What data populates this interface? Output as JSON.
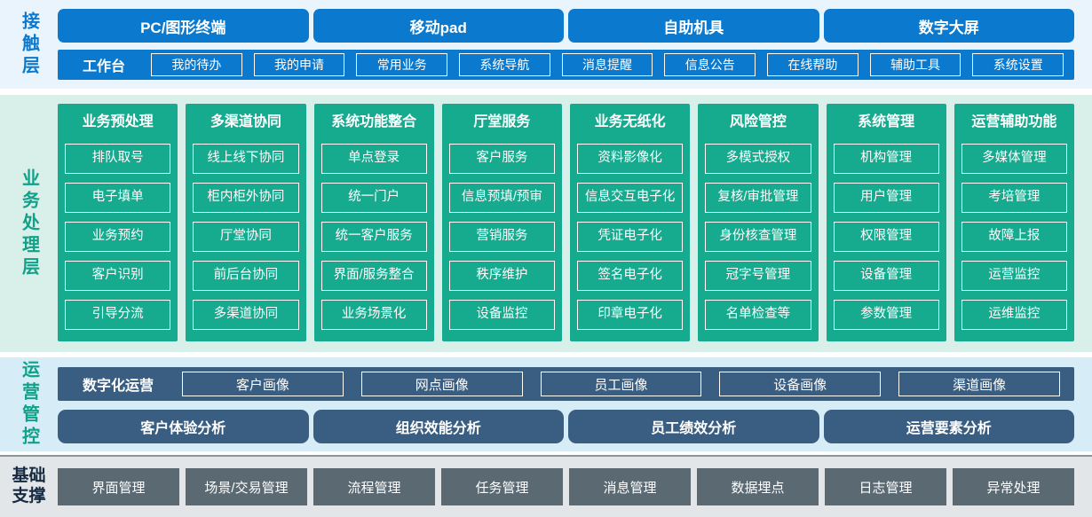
{
  "colors": {
    "primary_blue": "#0b7ace",
    "teal_green": "#16aa8e",
    "dark_slate_blue": "#3a5e81",
    "slate_gray": "#5b6973",
    "contact_bg": "#eaf4fc",
    "business_bg": "#d9efe9",
    "operations_bg": "#d6ecf7",
    "foundation_bg": "#e3e6e9"
  },
  "layers": {
    "contact": {
      "label": "接触层",
      "terminals": [
        "PC/图形终端",
        "移动pad",
        "自助机具",
        "数字大屏"
      ],
      "workbench": {
        "label": "工作台",
        "items": [
          "我的待办",
          "我的申请",
          "常用业务",
          "系统导航",
          "消息提醒",
          "信息公告",
          "在线帮助",
          "辅助工具",
          "系统设置"
        ]
      }
    },
    "business": {
      "label": "业务处理层",
      "columns": [
        {
          "title": "业务预处理",
          "items": [
            "排队取号",
            "电子填单",
            "业务预约",
            "客户识别",
            "引导分流"
          ]
        },
        {
          "title": "多渠道协同",
          "items": [
            "线上线下协同",
            "柜内柜外协同",
            "厅堂协同",
            "前后台协同",
            "多渠道协同"
          ]
        },
        {
          "title": "系统功能整合",
          "items": [
            "单点登录",
            "统一门户",
            "统一客户服务",
            "界面/服务整合",
            "业务场景化"
          ]
        },
        {
          "title": "厅堂服务",
          "items": [
            "客户服务",
            "信息预填/预审",
            "营销服务",
            "秩序维护",
            "设备监控"
          ]
        },
        {
          "title": "业务无纸化",
          "items": [
            "资料影像化",
            "信息交互电子化",
            "凭证电子化",
            "签名电子化",
            "印章电子化"
          ]
        },
        {
          "title": "风险管控",
          "items": [
            "多模式授权",
            "复核/审批管理",
            "身份核查管理",
            "冠字号管理",
            "名单检查等"
          ]
        },
        {
          "title": "系统管理",
          "items": [
            "机构管理",
            "用户管理",
            "权限管理",
            "设备管理",
            "参数管理"
          ]
        },
        {
          "title": "运营辅助功能",
          "items": [
            "多媒体管理",
            "考培管理",
            "故障上报",
            "运营监控",
            "运维监控"
          ]
        }
      ]
    },
    "operations": {
      "label": "运营管控",
      "digital": {
        "label": "数字化运营",
        "items": [
          "客户画像",
          "网点画像",
          "员工画像",
          "设备画像",
          "渠道画像"
        ]
      },
      "analysis": [
        "客户体验分析",
        "组织效能分析",
        "员工绩效分析",
        "运营要素分析"
      ]
    },
    "foundation": {
      "label": "基础支撑",
      "items": [
        "界面管理",
        "场景/交易管理",
        "流程管理",
        "任务管理",
        "消息管理",
        "数据埋点",
        "日志管理",
        "异常处理"
      ]
    }
  }
}
